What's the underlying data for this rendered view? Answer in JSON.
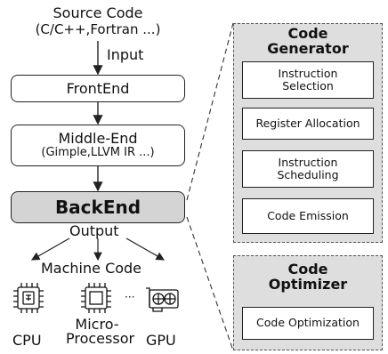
{
  "source": {
    "line1": "Source Code",
    "line2": "(C/C++,Fortran ...)"
  },
  "input_label": "Input",
  "frontend": "FrontEnd",
  "middle_end": {
    "line1": "Middle-End",
    "line2": "(Gimple,LLVM IR ...)"
  },
  "backend": "BackEnd",
  "output_label": "Output",
  "machine_code": "Machine Code",
  "targets": {
    "cpu": "CPU",
    "micro_line1": "Micro-",
    "micro_line2": "Processor",
    "ellipsis": "···",
    "gpu": "GPU"
  },
  "code_generator": {
    "title_line1": "Code",
    "title_line2": "Generator",
    "steps": [
      {
        "line1": "Instruction",
        "line2": "Selection"
      },
      {
        "line1": "Register Allocation",
        "line2": ""
      },
      {
        "line1": "Instruction",
        "line2": "Scheduling"
      },
      {
        "line1": "Code Emission",
        "line2": ""
      }
    ]
  },
  "code_optimizer": {
    "title_line1": "Code",
    "title_line2": "Optimizer",
    "steps": [
      {
        "line1": "Code Optimization",
        "line2": ""
      }
    ]
  },
  "colors": {
    "backend_fill": "#d4d4d4",
    "panel_fill": "#dedede",
    "stroke": "#222222"
  }
}
